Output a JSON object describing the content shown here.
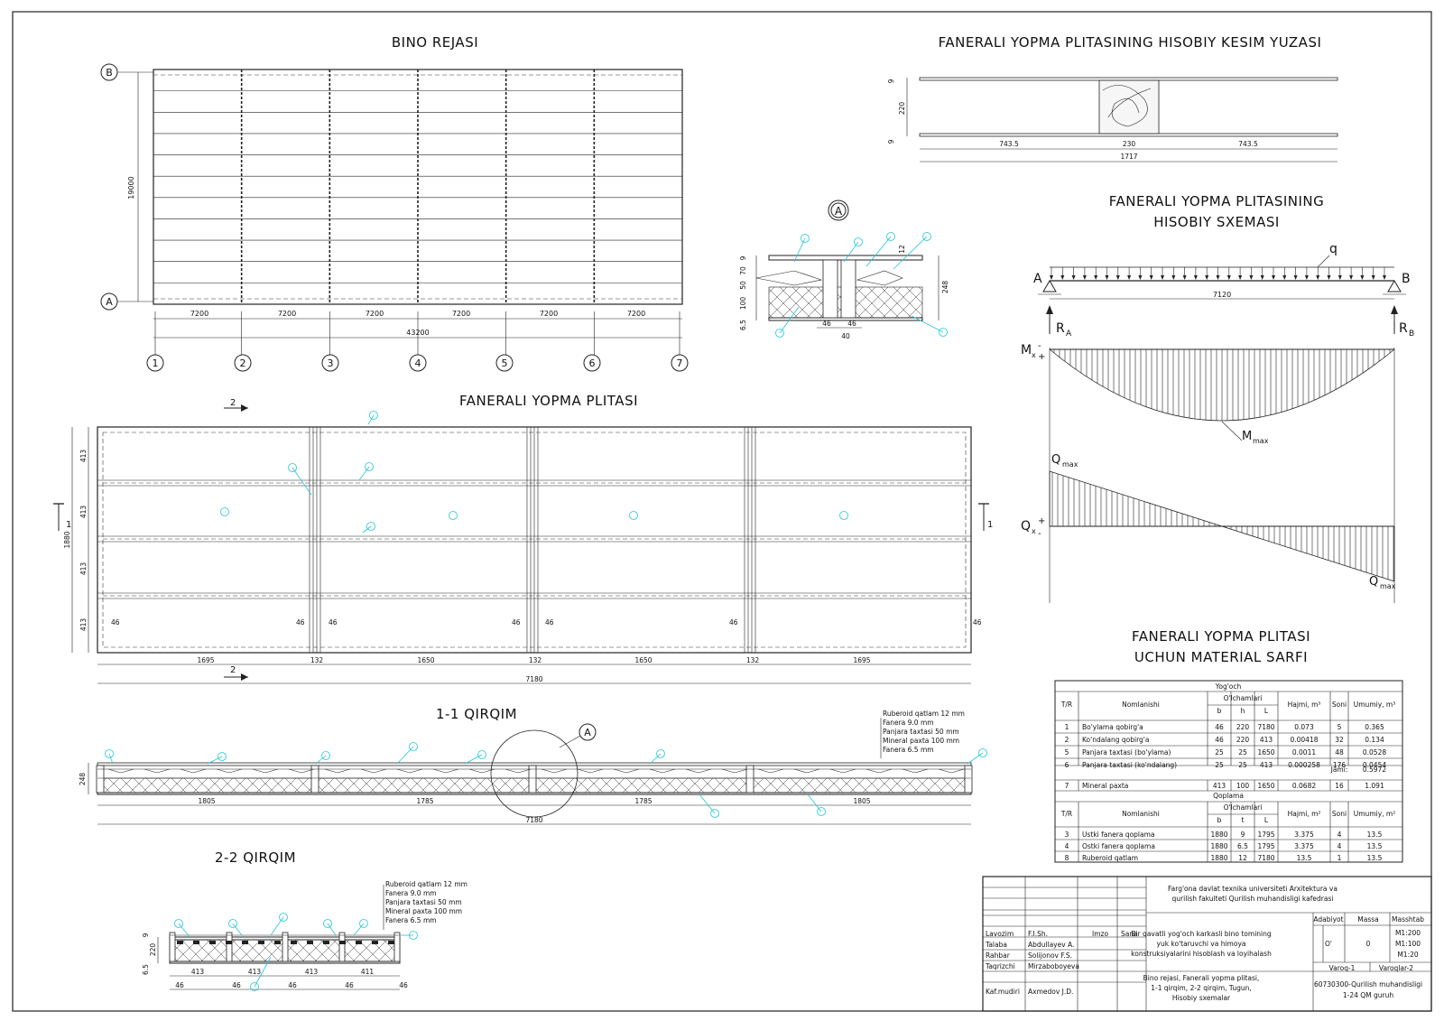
{
  "titles": {
    "plan": "BINO REJASI",
    "section_area": "FANERALI YOPMA PLITASINING HISOBIY KESIM YUZASI",
    "scheme_l1": "FANERALI YOPMA PLITASINING",
    "scheme_l2": "HISOBIY SXEMASI",
    "slab": "FANERALI YOPMA PLITASI",
    "cut11": "1-1 QIRQIM",
    "cut22": "2-2 QIRQIM",
    "mat_l1": "FANERALI YOPMA PLITASI",
    "mat_l2": "UCHUN MATERIAL SARFI"
  },
  "plan": {
    "axis_top": "B",
    "axis_bottom": "A",
    "height_dim": "19000",
    "span_dims": [
      "7200",
      "7200",
      "7200",
      "7200",
      "7200",
      "7200"
    ],
    "total_dim": "43200",
    "axes": [
      "1",
      "2",
      "3",
      "4",
      "5",
      "6",
      "7"
    ]
  },
  "section_area": {
    "dim_top": "9",
    "dim_mid": "220",
    "dim_bot": "9",
    "widths": [
      "743.5",
      "230",
      "743.5"
    ],
    "total": "1717"
  },
  "node": {
    "label": "A",
    "left_dims": [
      "9",
      "70",
      "50",
      "100",
      "6.5"
    ],
    "right_dim": "248",
    "top_dim": "12",
    "bottom_dims": [
      "46",
      "46"
    ],
    "bottom_total": "40"
  },
  "scheme": {
    "load": "q",
    "support_left": "A",
    "support_right": "B",
    "span": "7120",
    "ra": "R",
    "ra_sub": "A",
    "rb": "R",
    "rb_sub": "B",
    "mx": "M",
    "mx_sub": "x",
    "mmax": "M",
    "mmax_sub": "max",
    "qmax": "Q",
    "qmax_sub": "max",
    "qx": "Q",
    "qx_sub": "x",
    "plus": "+",
    "minus": "-"
  },
  "slab": {
    "cut_mark": "2",
    "side_mark": "1",
    "height_total": "1880",
    "row_dims": [
      "413",
      "413",
      "413",
      "413"
    ],
    "rib_dims": [
      "46",
      "46",
      "46",
      "46",
      "46",
      "46",
      "46"
    ],
    "bottom_dims": [
      "1695",
      "132",
      "1650",
      "132",
      "1650",
      "132",
      "1695"
    ],
    "total": "7180"
  },
  "cut11": {
    "layers": [
      "Ruberoid qatlam 12 mm",
      "Fanera 9.0 mm",
      "Panjara taxtasi 50 mm",
      "Mineral paxta 100 mm",
      "Fanera 6.5 mm"
    ],
    "height": "248",
    "dims": [
      "1805",
      "1785",
      "1785",
      "1805"
    ],
    "total": "7180",
    "node": "A"
  },
  "cut22": {
    "layers": [
      "Ruberoid qatlam 12 mm",
      "Fanera 9.0 mm",
      "Panjara taxtasi 50 mm",
      "Mineral paxta 100 mm",
      "Fanera 6.5 mm"
    ],
    "left_dims": [
      "9",
      "220",
      "6.5"
    ],
    "dims": [
      "413",
      "413",
      "413",
      "411"
    ],
    "ribs": [
      "46",
      "46",
      "46",
      "46",
      "46"
    ]
  },
  "table_wood": {
    "section": "Yog'och",
    "h_tr": "T/R",
    "h_name": "Nomlanishi",
    "h_dims": "O'lchamlari",
    "h_b": "b",
    "h_h": "h",
    "h_l": "L",
    "h_vol": "Hajmi, m³",
    "h_count": "Soni",
    "h_total": "Umumiy, m³",
    "rows": [
      [
        "1",
        "Bo'ylama qobirg'a",
        "46",
        "220",
        "7180",
        "0.073",
        "5",
        "0.365"
      ],
      [
        "2",
        "Ko'ndalang qobirg'a",
        "46",
        "220",
        "413",
        "0.00418",
        "32",
        "0.134"
      ],
      [
        "5",
        "Panjara taxtasi (bo'ylama)",
        "25",
        "25",
        "1650",
        "0.0011",
        "48",
        "0.0528"
      ],
      [
        "6",
        "Panjara taxtasi (ko'ndalang)",
        "25",
        "25",
        "413",
        "0.000258",
        "176",
        "0.0454"
      ]
    ],
    "jami_label": "Jami:",
    "jami_value": "0.5972",
    "mineral": [
      "7",
      "Mineral paxta",
      "413",
      "100",
      "1650",
      "0.0682",
      "16",
      "1.091"
    ]
  },
  "table_cover": {
    "section": "Qoplama",
    "h_tr": "T/R",
    "h_name": "Nomlanishi",
    "h_dims": "O'lchamlari",
    "h_b": "b",
    "h_t": "t",
    "h_l": "L",
    "h_area": "Hajmi, m²",
    "h_count": "Soni",
    "h_total": "Umumiy, m²",
    "rows": [
      [
        "3",
        "Ustki fanera qoplama",
        "1880",
        "9",
        "1795",
        "3.375",
        "4",
        "13.5"
      ],
      [
        "4",
        "Ostki fanera qoplama",
        "1880",
        "6.5",
        "1795",
        "3.375",
        "4",
        "13.5"
      ],
      [
        "8",
        "Ruberoid qatlam",
        "1880",
        "12",
        "7180",
        "13.5",
        "1",
        "13.5"
      ]
    ]
  },
  "stamp": {
    "org_l1": "Farg'ona davlat texnika universiteti Arxitektura va",
    "org_l2": "qurilish fakulteti Qurilish muhandisligi kafedrasi",
    "role_header": [
      "Lavozim",
      "F.I.Sh.",
      "Imzo",
      "Sana"
    ],
    "people": [
      [
        "Talaba",
        "Abdullayev A."
      ],
      [
        "Rahbar",
        "Solijonov F.S."
      ],
      [
        "Taqrizchi",
        "Mirzaboboyeva"
      ],
      [
        "Kaf.mudiri",
        "Axmedov J.D."
      ]
    ],
    "project_l1": "Bir qavatli yog'och karkasli bino tomining",
    "project_l2": "yuk ko'taruvchi va himoya",
    "project_l3": "konstruksiyalarini hisoblash va loyihalash",
    "h_adabiyot": "Adabiyot",
    "h_massa": "Massa",
    "h_masshtab": "Masshtab",
    "adabiyot": "O'",
    "massa": "0",
    "scales": [
      "M1:200",
      "M1:100",
      "M1:20"
    ],
    "sheet": "Varoq-1",
    "sheets": "Varoqlar-2",
    "drawing_l1": "Bino rejasi, Fanerali yopma plitasi,",
    "drawing_l2": "1-1 qirqim, 2-2 qirqim, Tugun,",
    "drawing_l3": "Hisobiy sxemalar",
    "group_l1": "60730300-Qurilish muhandisligi",
    "group_l2": "1-24 QM guruh"
  },
  "callout_count": 30
}
